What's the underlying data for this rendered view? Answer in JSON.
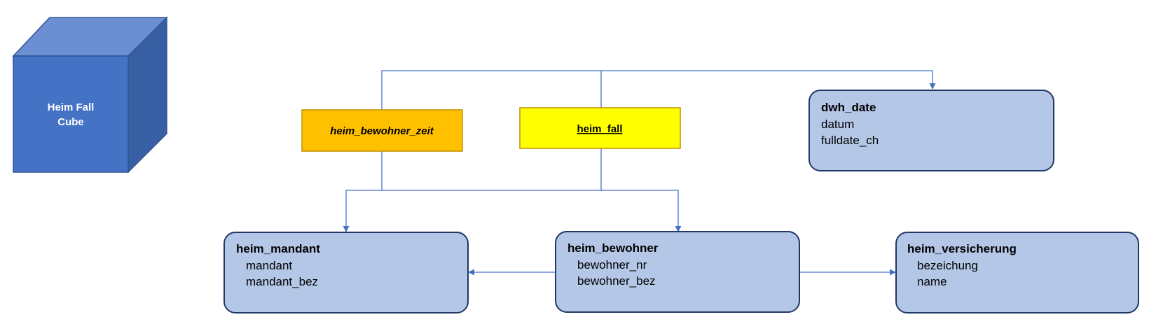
{
  "cube": {
    "label_line1": "Heim Fall",
    "label_line2": "Cube",
    "colors": {
      "front": "#4472c4",
      "top": "#6c8fd3",
      "side": "#385fa4",
      "edge": "#2f5597"
    }
  },
  "facts": {
    "bewohner_zeit": {
      "label": "heim_bewohner_zeit",
      "fill": "#ffc000",
      "stroke": "#c09000"
    },
    "fall": {
      "label": "heim_fall",
      "fill": "#ffff00",
      "stroke": "#c09000"
    }
  },
  "dimensions": {
    "dwh_date": {
      "title": "dwh_date",
      "fields": [
        "datum",
        "fulldate_ch"
      ]
    },
    "heim_mandant": {
      "title": "heim_mandant",
      "fields": [
        "mandant",
        "mandant_bez"
      ]
    },
    "heim_bewohner": {
      "title": "heim_bewohner",
      "fields": [
        "bewohner_nr",
        "bewohner_bez"
      ]
    },
    "heim_versicherung": {
      "title": "heim_versicherung",
      "fields": [
        "bezeichung",
        "name"
      ]
    }
  },
  "colors": {
    "dimension_fill": "#b4c7e7",
    "dimension_stroke": "#1f3864",
    "connector": "#4472c4"
  }
}
